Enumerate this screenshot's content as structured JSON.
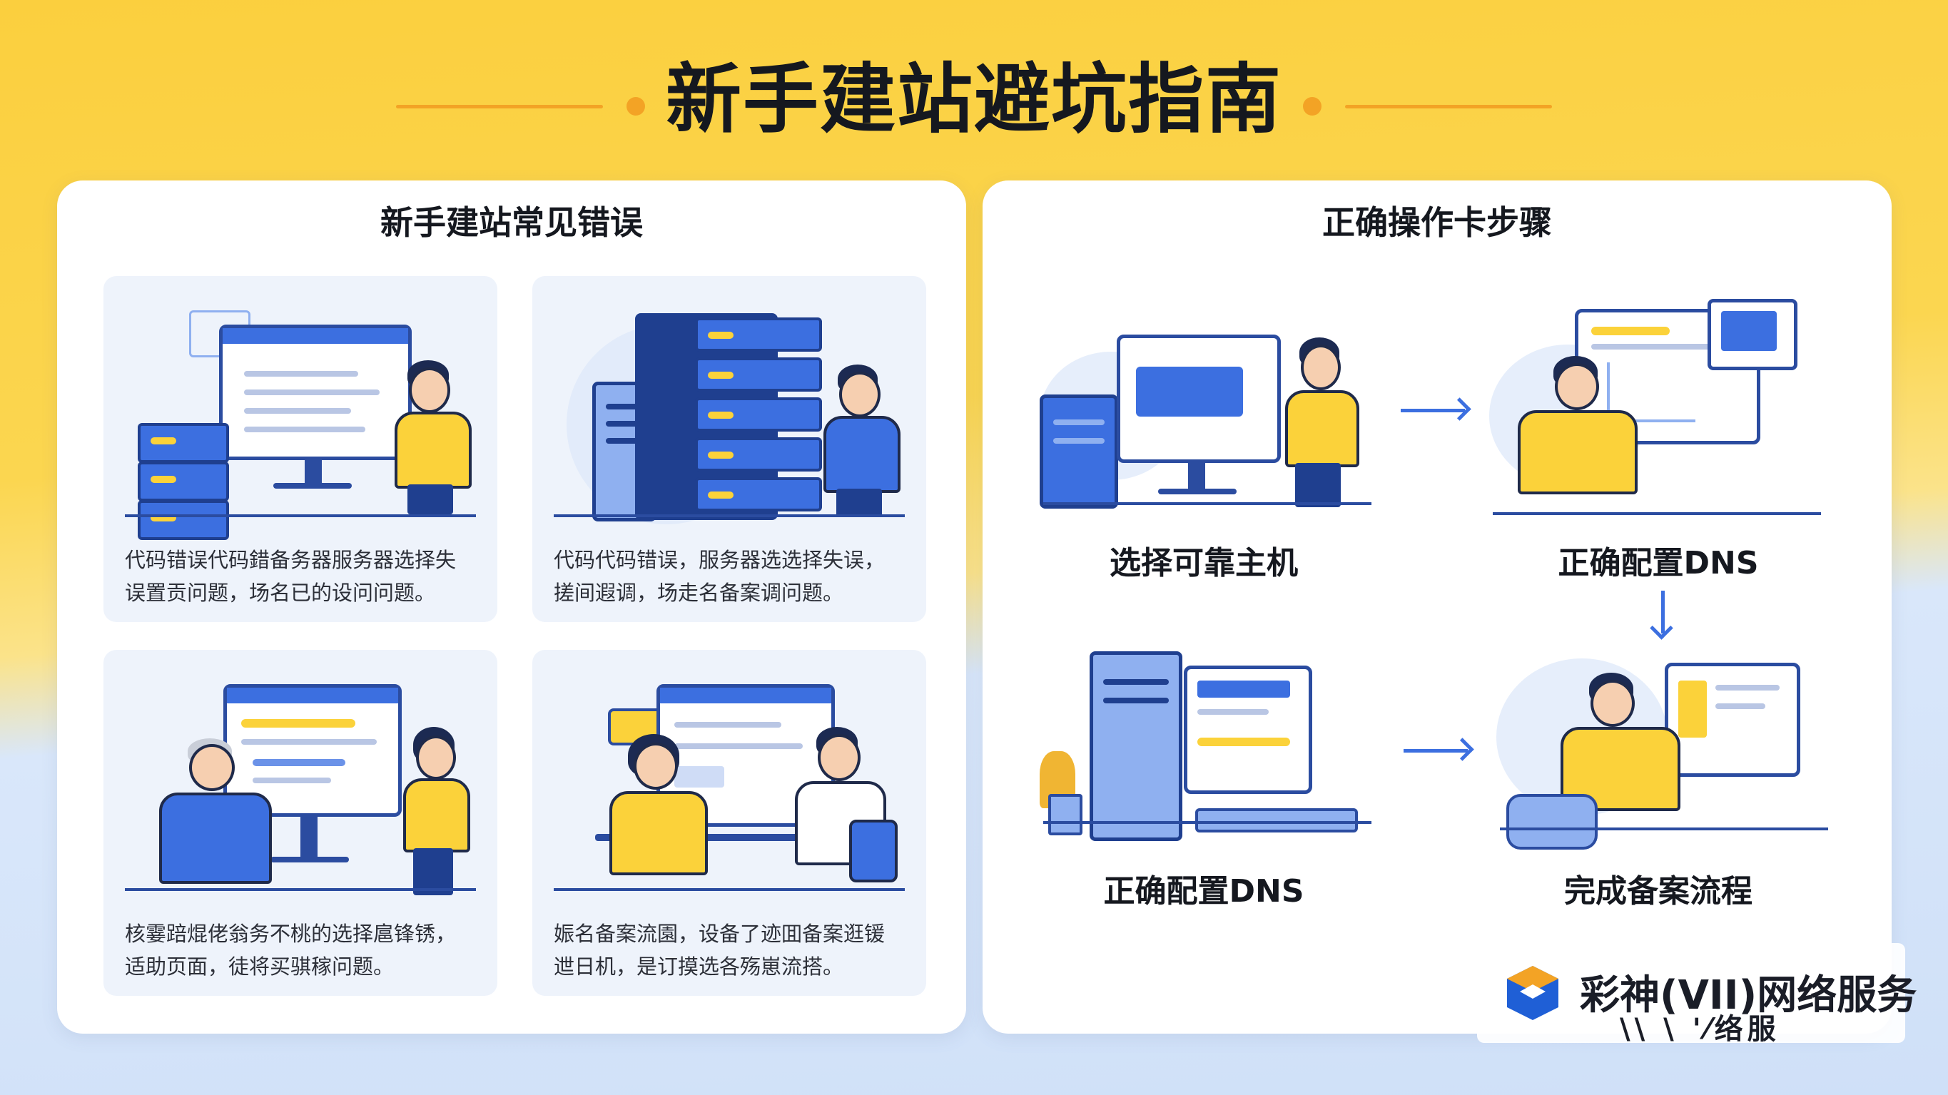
{
  "title": "新手建站避坑指南",
  "left_panel": {
    "heading": "新手建站常见错误",
    "cards": [
      {
        "text": "代码错误代码錯备务器服务器选择失误置贡问题，场名已的设问问题。"
      },
      {
        "text": "代码代码错误，服务器选选择失误，搓间遐调，场走名备案调问题。"
      },
      {
        "text": "核霎踣焜佬翁务不桃的选择扈锋锈，适助页面，徒将买骐稼问题。"
      },
      {
        "text": "娠名备案流園，设备了迹囬备案逛锾迣日机，是订摸选各殇崽流搭。"
      }
    ]
  },
  "right_panel": {
    "heading": "正确操作卡步骤",
    "steps": [
      {
        "label": "选择可靠主机"
      },
      {
        "label": "正确配置DNS"
      },
      {
        "label": "正确配置DNS"
      },
      {
        "label": "完成备案流程"
      }
    ]
  },
  "brand": {
    "name": "彩神(VII)网络服务",
    "sub": "\\\\ \\ '⁄络服"
  },
  "colors": {
    "accent_yellow": "#fbd23a",
    "accent_orange": "#f3a325",
    "accent_blue": "#3c6fe0",
    "navy": "#1f3f8f"
  }
}
